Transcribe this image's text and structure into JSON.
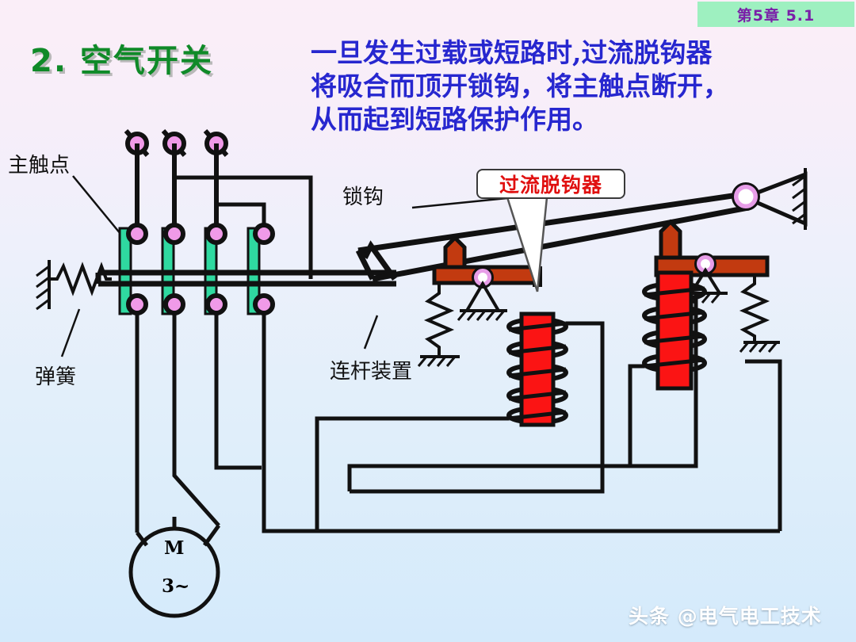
{
  "header": {
    "chapter_label": "第5章   5.1",
    "chip_bg": "#9ef0c0",
    "chip_text_color": "#7a1fa8"
  },
  "title": {
    "text": "2.  空气开关",
    "color": "#0f8a28"
  },
  "body": {
    "color": "#2727cf",
    "lines": [
      "一旦发生过载或短路时,过流脱钩器",
      "将吸合而顶开锁钩，将主触点断开，",
      "从而起到短路保护作用。"
    ]
  },
  "diagram": {
    "labels": {
      "main_contact": "主触点",
      "spring": "弹簧",
      "latch_hook": "锁钩",
      "linkage": "连杆装置"
    },
    "callout": {
      "text": "过流脱钩器",
      "text_color": "#e01010",
      "border_color": "#3a3a3a",
      "fill": "#ffffff"
    },
    "motor": {
      "letter": "M",
      "phase": "3~"
    },
    "colors": {
      "wire": "#000000",
      "contact_bar": "#2fd9a0",
      "terminal": "#f09ae8",
      "armature_red": "#c23a10",
      "core_red": "#fb1414",
      "pivot_ring": "#e79de8",
      "background_top": "#fbeef8",
      "background_bottom": "#d4eafb"
    }
  },
  "watermark": {
    "text": "头条 @电气电工技术"
  }
}
